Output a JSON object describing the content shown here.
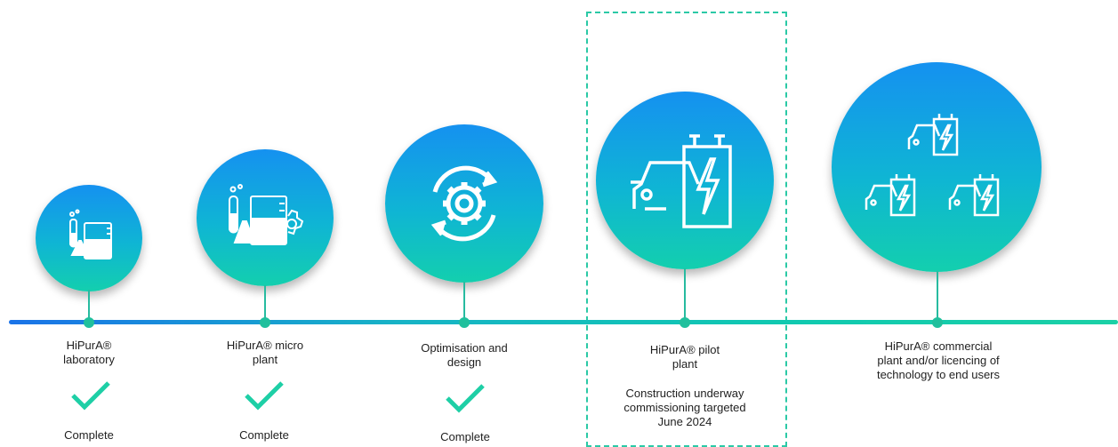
{
  "stages": [
    {
      "title": "HiPurA®\nlaboratory",
      "status": "Complete",
      "icon": "lab-beakers-icon"
    },
    {
      "title": "HiPurA® micro\nplant",
      "status": "Complete",
      "icon": "beaker-gear-icon"
    },
    {
      "title": "Optimisation and\ndesign",
      "status": "Complete",
      "icon": "cycle-gear-icon"
    },
    {
      "title": "HiPurA® pilot\nplant",
      "note": "Construction underway\ncommissioning targeted\nJune 2024",
      "icon": "car-charger-icon"
    },
    {
      "title": "HiPurA® commercial\nplant and/or licencing of\ntechnology to end users",
      "icon": "multiple-car-chargers-icon"
    }
  ],
  "colors": {
    "accent": "#1ecfa6",
    "circle_top": "#1591f0",
    "circle_bottom": "#13cfae",
    "line_start": "#1a73e8",
    "line_end": "#1bd0a6"
  }
}
